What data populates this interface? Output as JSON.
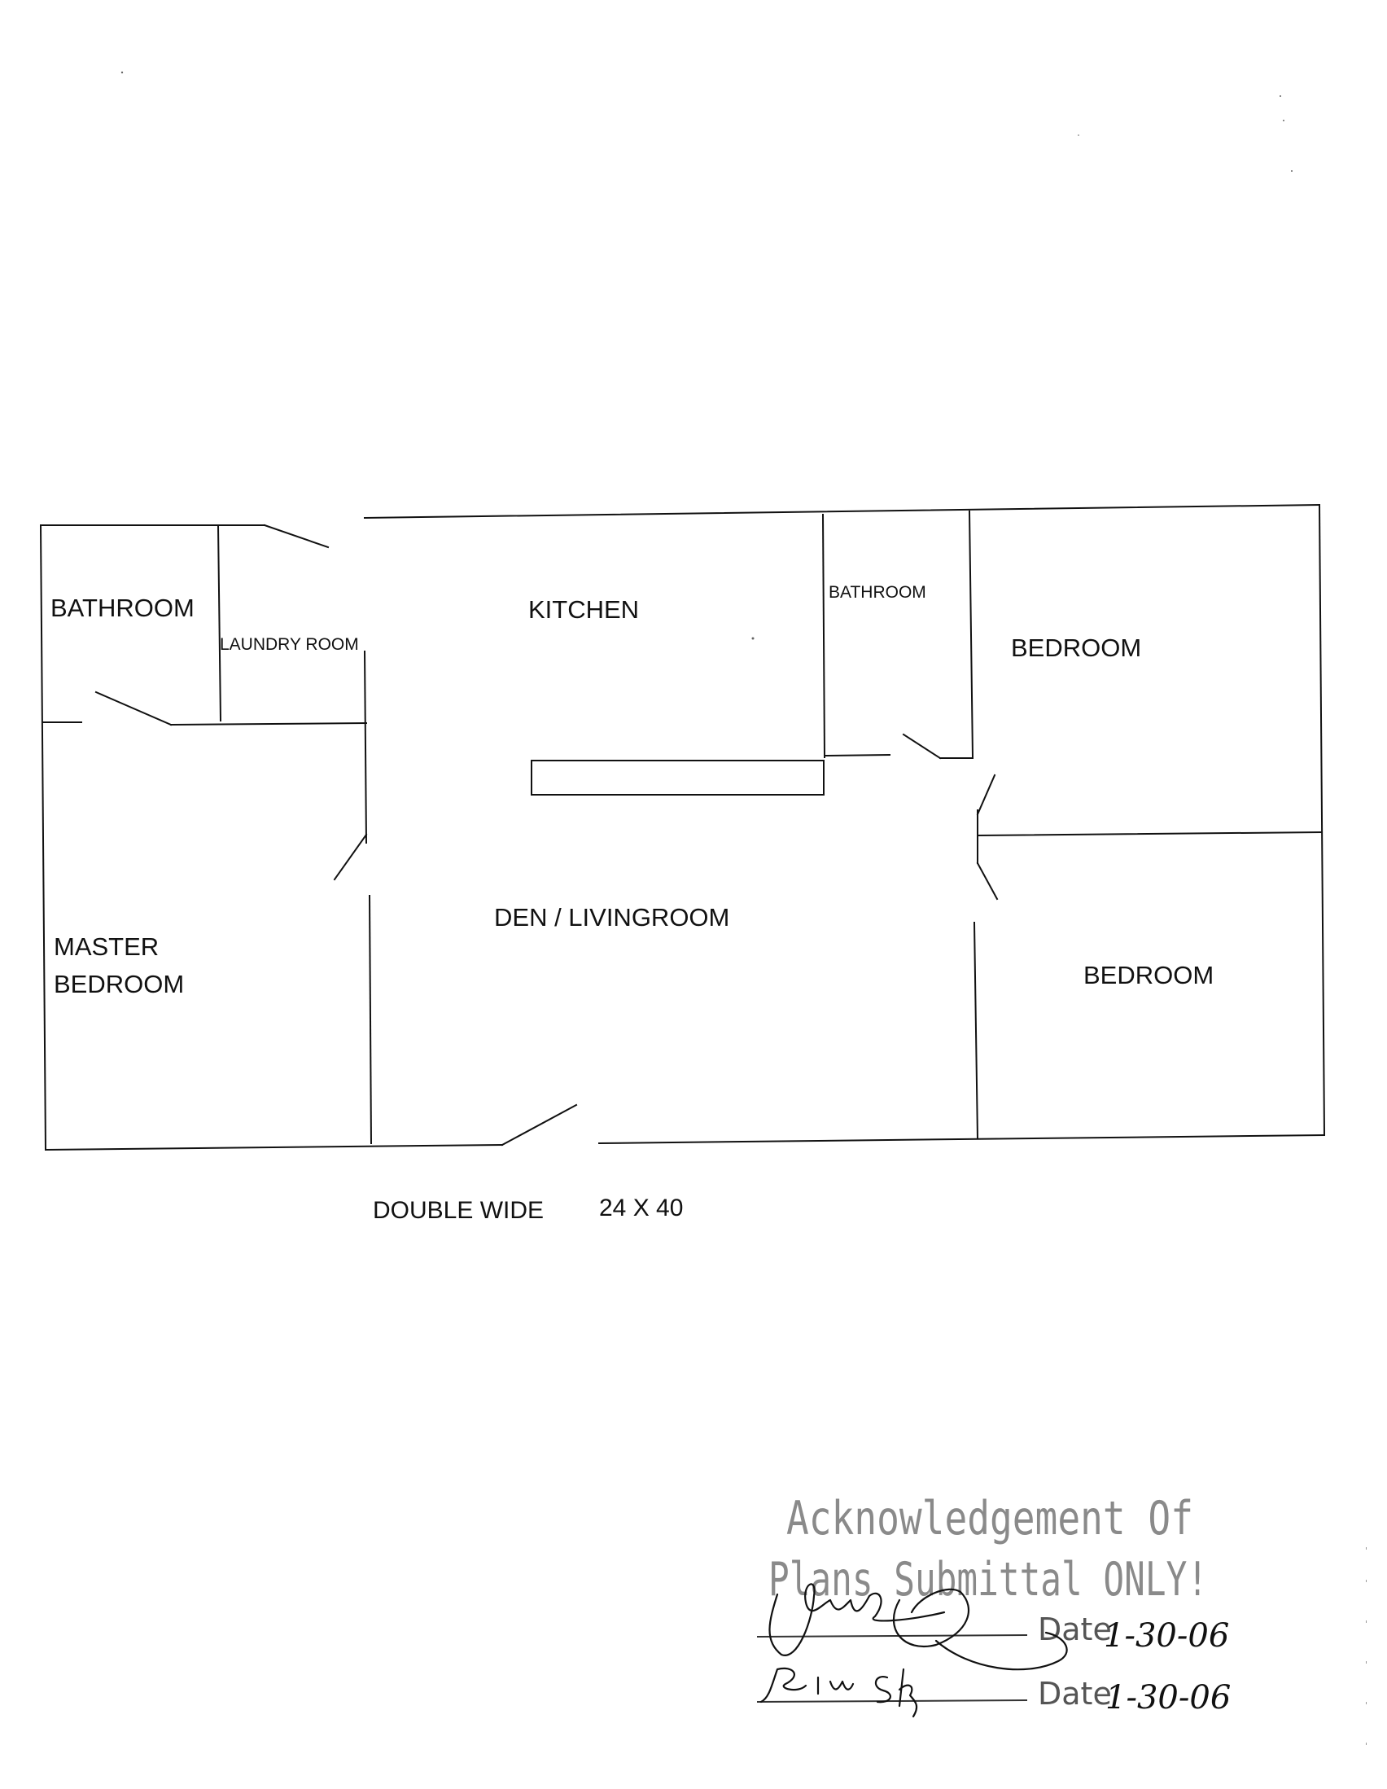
{
  "rooms": {
    "bathroom_left": "BATHROOM",
    "laundry": "LAUNDRY ROOM",
    "kitchen": "KITCHEN",
    "bathroom_small": "BATHROOM",
    "bedroom_top": "BEDROOM",
    "master_line1": "MASTER",
    "master_line2": "BEDROOM",
    "den": "DEN / LIVINGROOM",
    "bedroom_bottom": "BEDROOM"
  },
  "caption": {
    "type": "DOUBLE WIDE",
    "size": "24 X 40"
  },
  "stamp": {
    "line1": "Acknowledgement Of",
    "line2": "Plans Submittal ONLY!",
    "date_label": "Date",
    "date1": "1-30-06",
    "date2": "1-30-06"
  }
}
